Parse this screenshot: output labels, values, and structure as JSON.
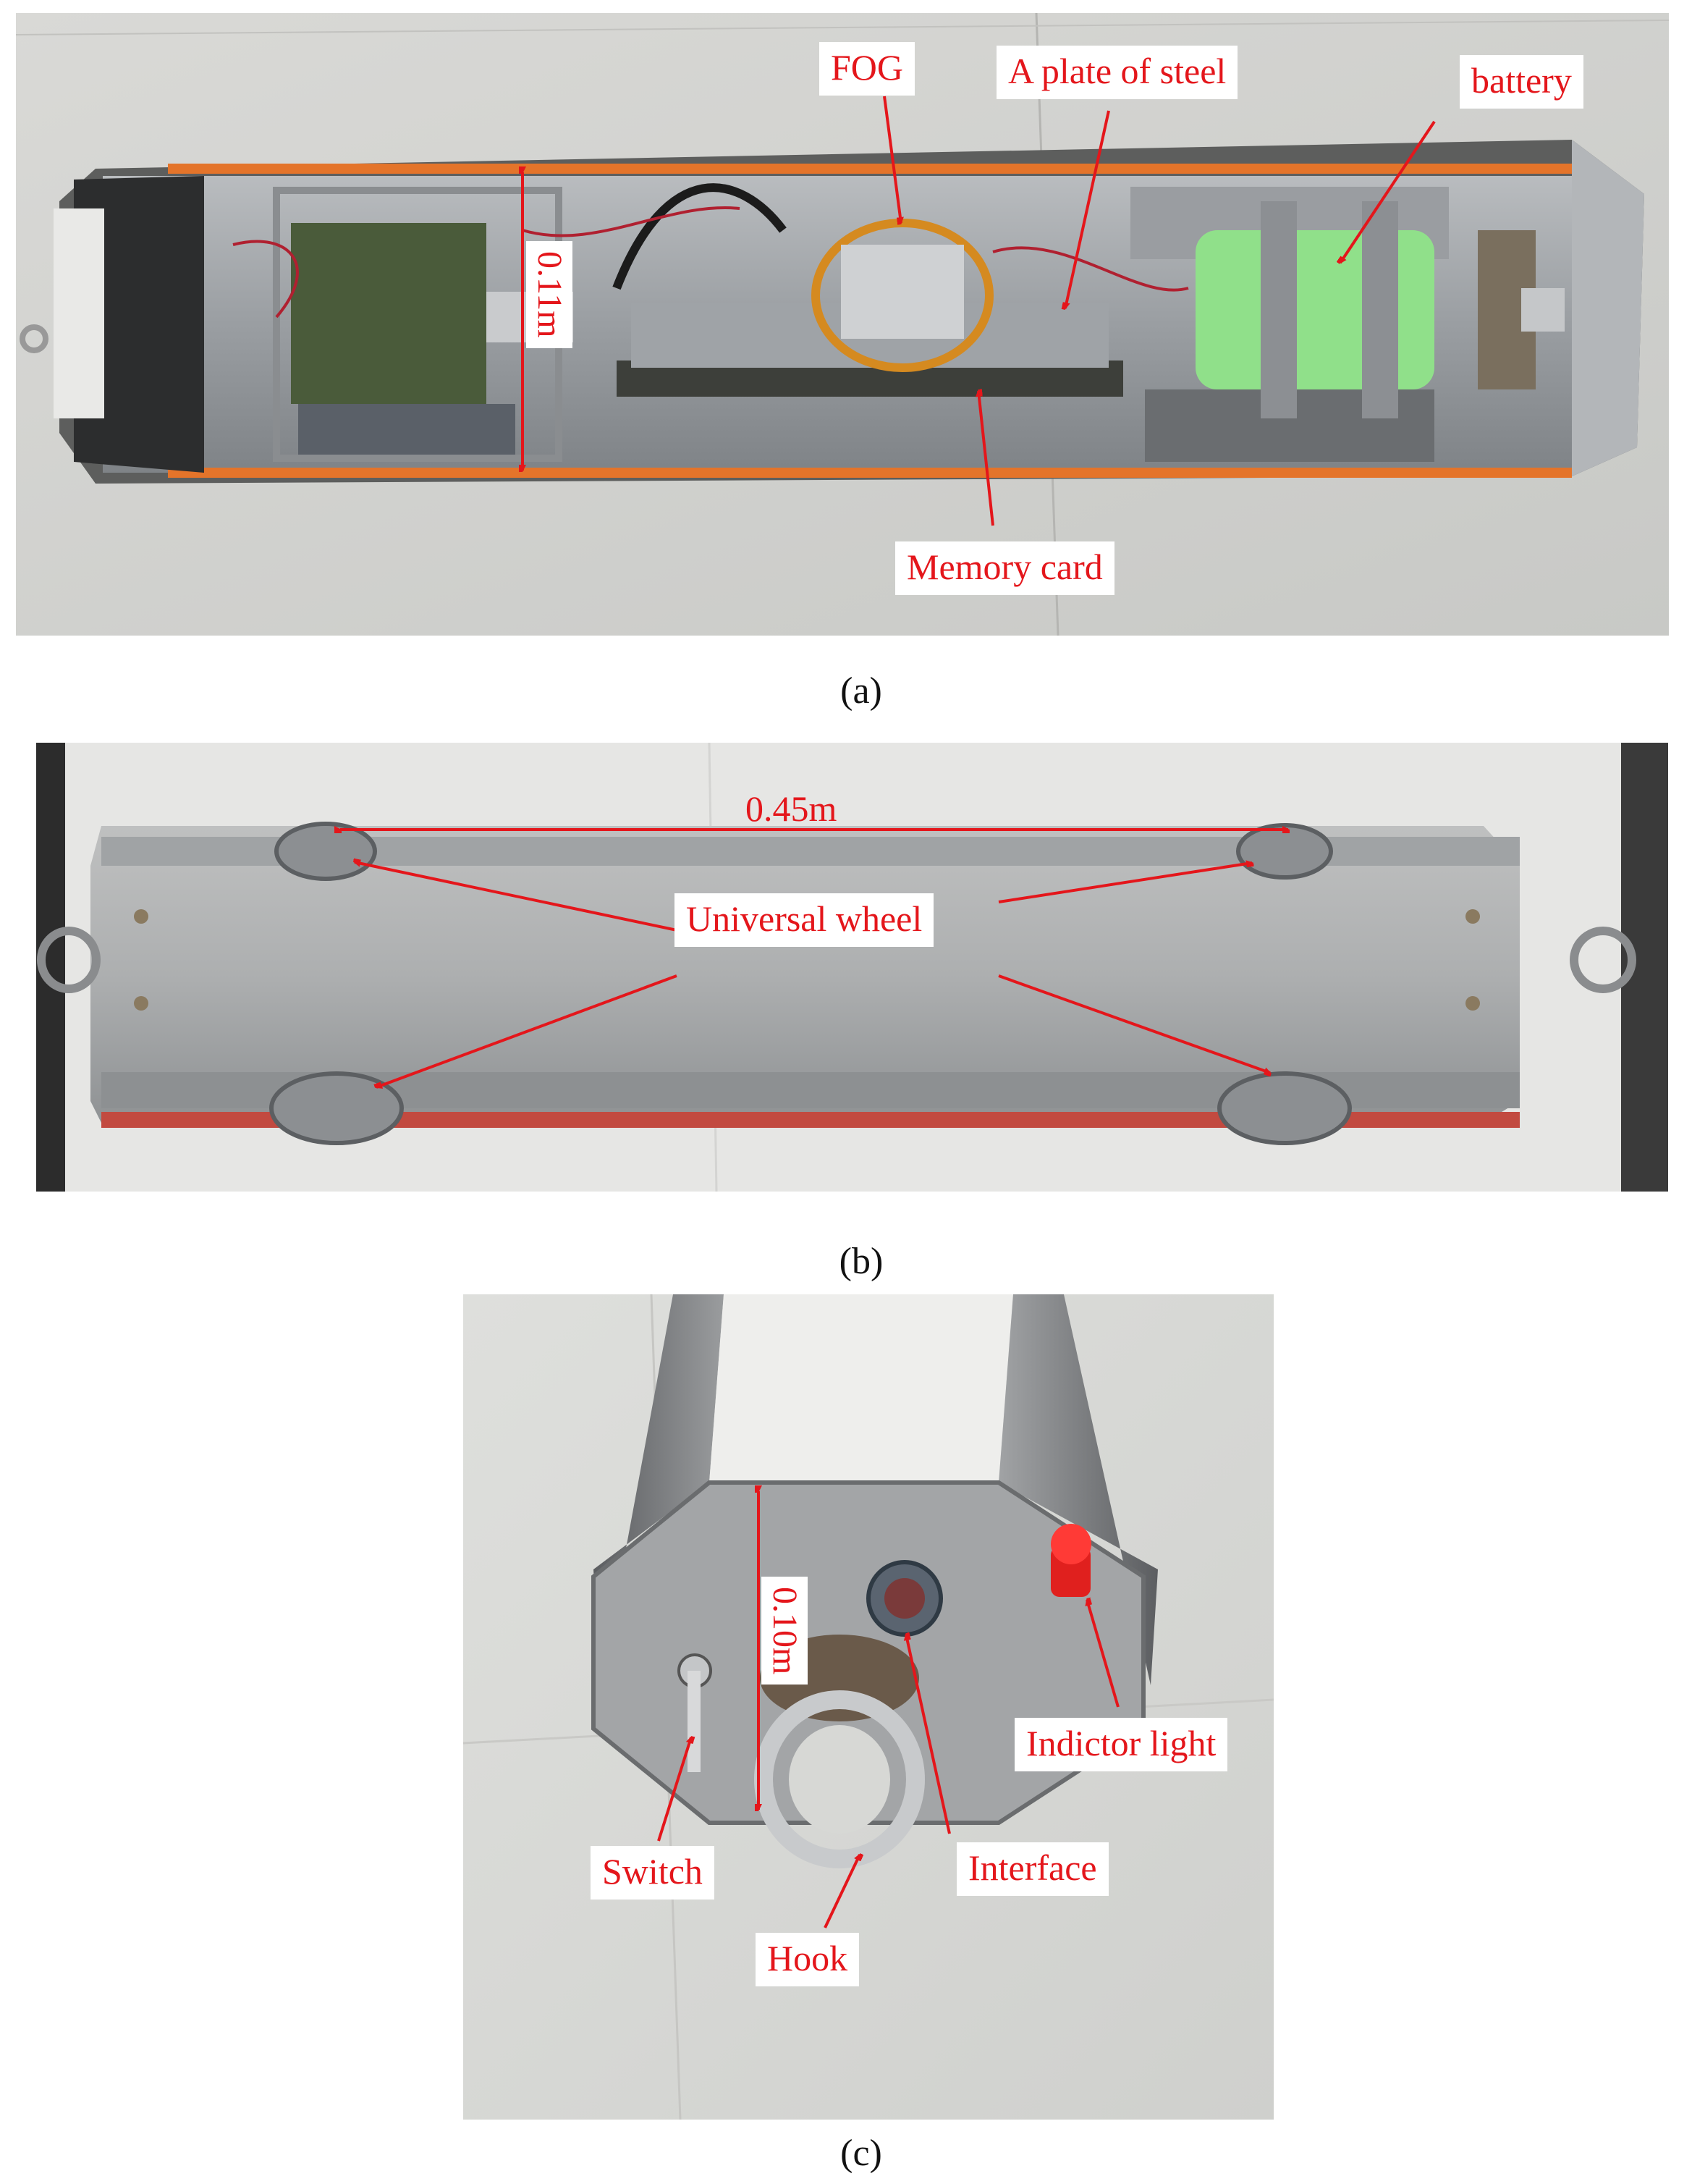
{
  "colors": {
    "annotation": "#e4161b",
    "label_bg": "#ffffff"
  },
  "panel_a": {
    "caption": "(a)",
    "labels": {
      "fog": "FOG",
      "plate": "A plate of steel",
      "battery": "battery",
      "memory": "Memory card",
      "width": "0.11m"
    }
  },
  "panel_b": {
    "caption": "(b)",
    "labels": {
      "length": "0.45m",
      "wheel": "Universal wheel"
    }
  },
  "panel_c": {
    "caption": "(c)",
    "labels": {
      "width": "0.10m",
      "indicator": "Indictor light",
      "switch": "Switch",
      "interface": "Interface",
      "hook": "Hook"
    }
  }
}
